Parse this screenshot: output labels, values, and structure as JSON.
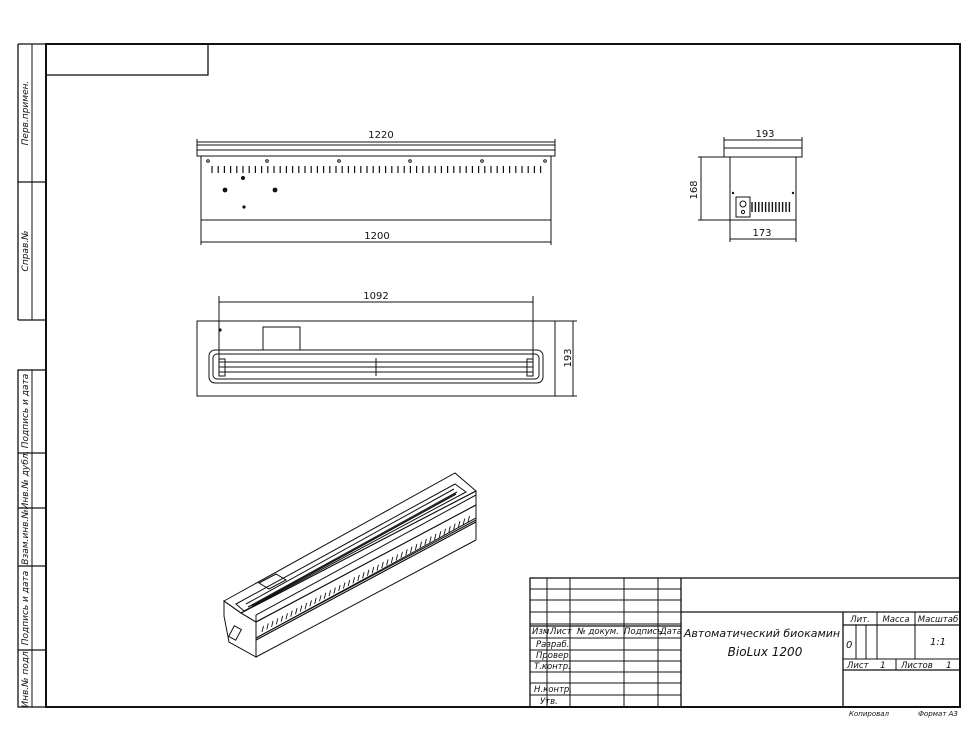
{
  "side_stamp": {
    "labels": [
      "Перв.примен.",
      "Справ.№",
      "Подпись и дата",
      "Инв.№ дубл.",
      "Взам.инв.№",
      "Подпись и дата",
      "Инв.№ подл."
    ]
  },
  "views": {
    "front": {
      "top_width": "1220",
      "bottom_width": "1200"
    },
    "side": {
      "width_top": "193",
      "height": "168",
      "width_bottom": "173"
    },
    "top": {
      "inner_width": "1092",
      "depth": "193"
    }
  },
  "title_block": {
    "headers": {
      "izm": "Изм.",
      "list": "Лист",
      "doc": "№ докум.",
      "sign": "Подпись",
      "date": "Дата"
    },
    "roles": [
      "Разраб.",
      "Провер.",
      "Т.контр.",
      "Н.контр.",
      "Утв."
    ],
    "title_line1": "Автоматический биокамин",
    "title_line2": "BioLux 1200",
    "lit_label": "Лит.",
    "mass_label": "Масса",
    "scale_label": "Масштаб",
    "lit_value": "0",
    "scale_value": "1:1",
    "sheet_label": "Лист",
    "sheet_value": "1",
    "sheets_label": "Листов",
    "sheets_value": "1"
  },
  "footer": {
    "copied": "Копировал",
    "format": "Формат А3"
  }
}
